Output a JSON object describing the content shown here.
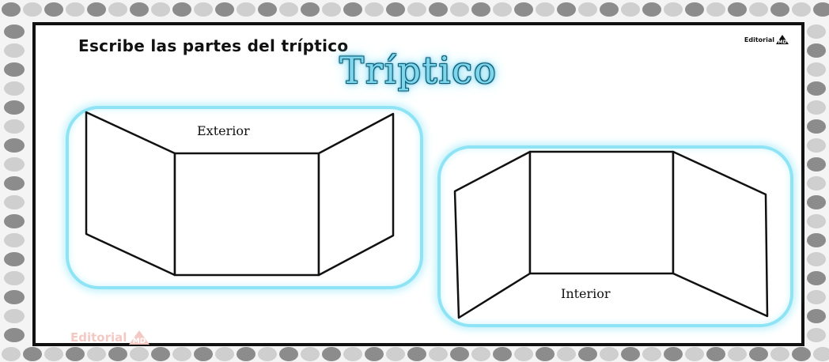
{
  "worksheet": {
    "instruction": "Escribe las partes del tríptico",
    "title": "Tríptico",
    "brand_text": "Editorial",
    "brand_mark": "MD",
    "watermark_text": "Editorial",
    "watermark_mark": "MD"
  },
  "diagrams": {
    "exterior": {
      "label": "Exterior"
    },
    "interior": {
      "label": "Interior"
    }
  },
  "colors": {
    "frame_glow": "#8ee3f5",
    "title_fill": "#7fd6ea",
    "title_outline": "#0a5e7a",
    "border_dots_dark": "#8c8c8c",
    "border_dots_light": "#cfcfcf",
    "watermark": "#f4c9c4"
  }
}
